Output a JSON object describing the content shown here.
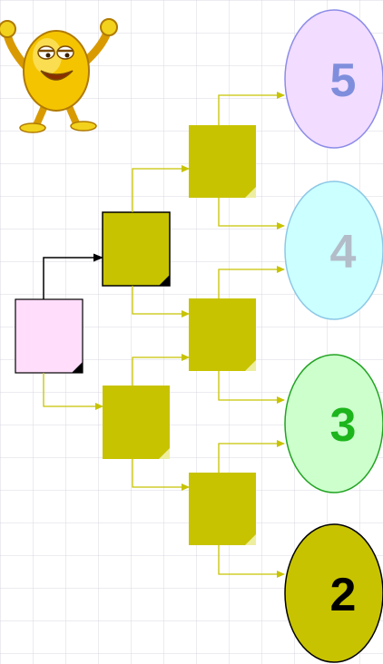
{
  "mascot": {
    "icon": "smiley-mascot-icon"
  },
  "diagram": {
    "colors": {
      "root_fill": "#FFDDFB",
      "node_fill": "#C7C300",
      "highlight_edge": "#000000",
      "edge": "#C7C300"
    },
    "outcomes": [
      {
        "label": "5",
        "fill": "#F2DCFF",
        "stroke": "#8C8CE8",
        "text_color": "#7F8EDC"
      },
      {
        "label": "4",
        "fill": "#CCFFFF",
        "stroke": "#8CC8E6",
        "text_color": "#B3BCC9"
      },
      {
        "label": "3",
        "fill": "#CCFFCC",
        "stroke": "#22A322",
        "text_color": "#1CB51C"
      },
      {
        "label": "2",
        "fill": "#C7C300",
        "stroke": "#000000",
        "text_color": "#000000"
      }
    ]
  }
}
